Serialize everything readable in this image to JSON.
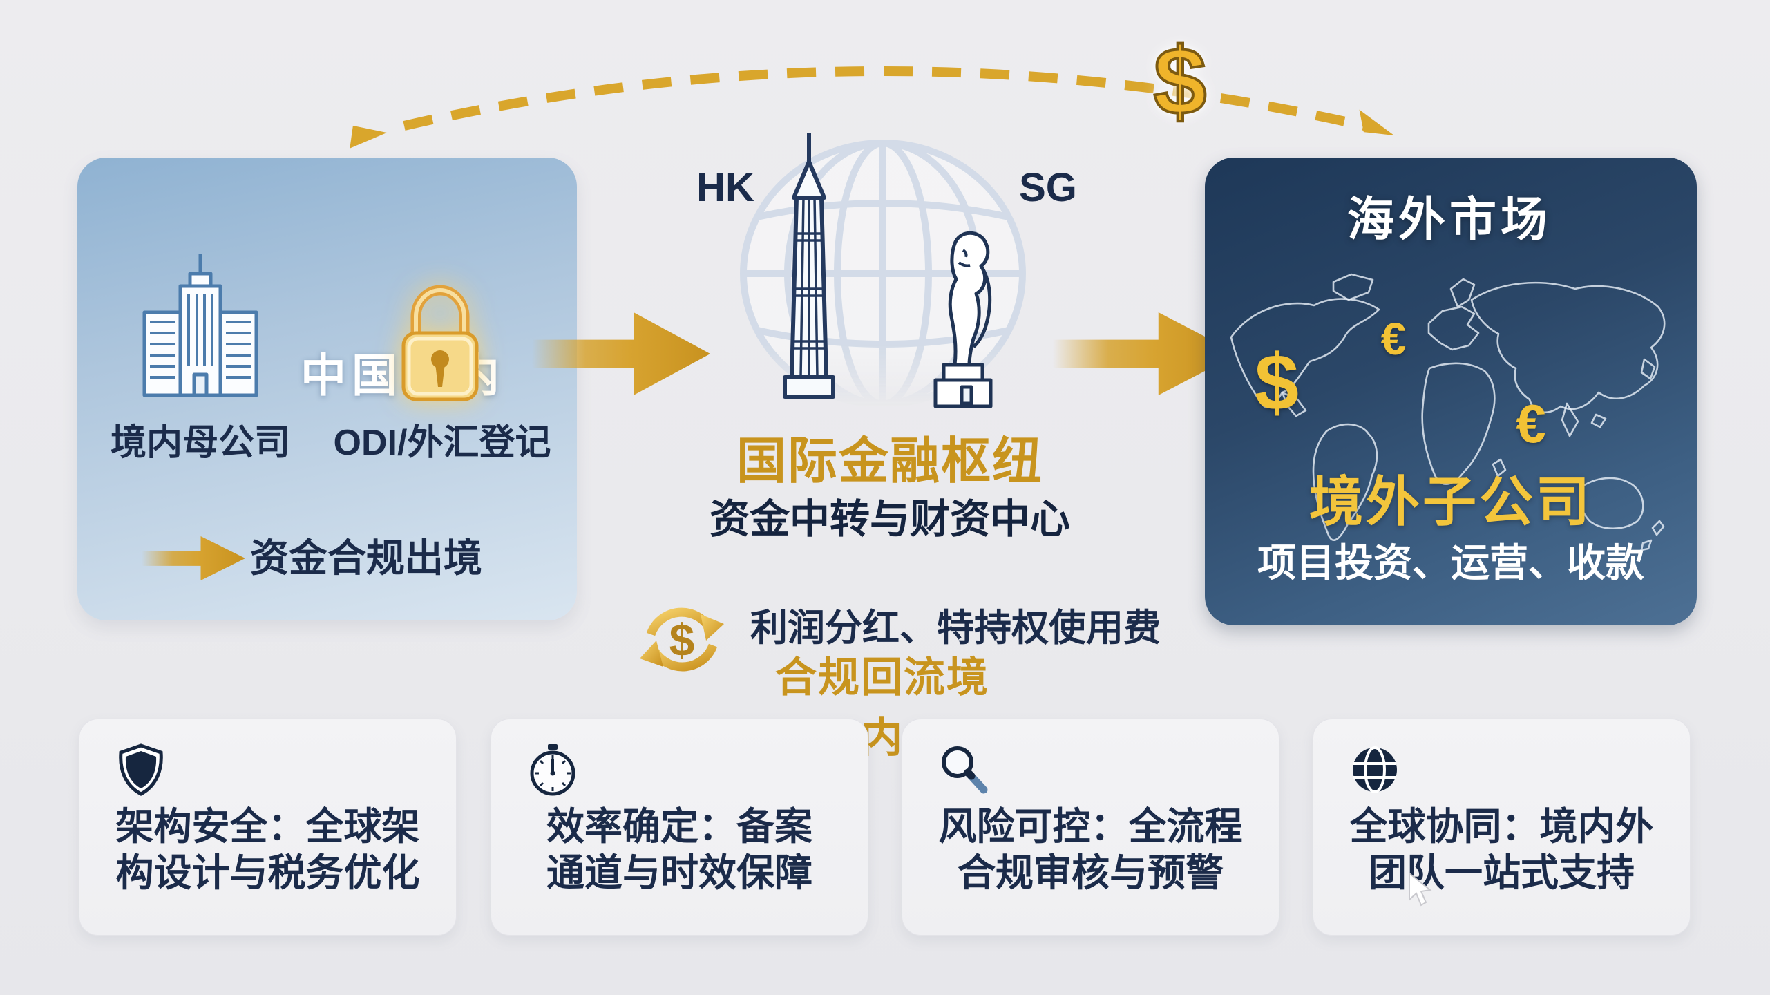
{
  "colors": {
    "background": "#ebebee",
    "gold": "#d9a62c",
    "gold_deep": "#c8941e",
    "gold_bright": "#f2c235",
    "navy_text": "#1b2b4a",
    "china_box_top": "#8fb2d2",
    "china_box_bottom": "#d9e5f0",
    "overseas_box_top": "#1e3858",
    "overseas_box_bottom": "#4d7094",
    "white": "#ffffff"
  },
  "top_flow": {
    "currency_symbol": "$"
  },
  "china_box": {
    "title": "中国境内",
    "company_label": "境内母公司",
    "registration_label": "ODI/外汇登记",
    "outbound_label": "资金合规出境"
  },
  "hub": {
    "left_tag": "HK",
    "right_tag": "SG",
    "title": "国际金融枢纽",
    "subtitle": "资金中转与财资中心"
  },
  "overseas_box": {
    "title": "海外市场",
    "dollar_symbol": "$",
    "euro_symbol_1": "€",
    "euro_symbol_2": "€",
    "subsidiary_title": "境外子公司",
    "subsidiary_desc": "项目投资、运营、收款"
  },
  "reflow": {
    "currency_symbol": "$",
    "line1": "利润分红、特持权使用费",
    "line2": "合规回流境内"
  },
  "cards": [
    {
      "icon": "shield-icon",
      "line1": "架构安全：全球架",
      "line2": "构设计与税务优化"
    },
    {
      "icon": "stopwatch-icon",
      "line1": "效率确定：备案",
      "line2": "通道与时效保障"
    },
    {
      "icon": "magnifier-icon",
      "line1": "风险可控：全流程",
      "line2": "合规审核与预警"
    },
    {
      "icon": "globe-icon",
      "line1": "全球协同：境内外",
      "line2": "团队一站式支持"
    }
  ]
}
